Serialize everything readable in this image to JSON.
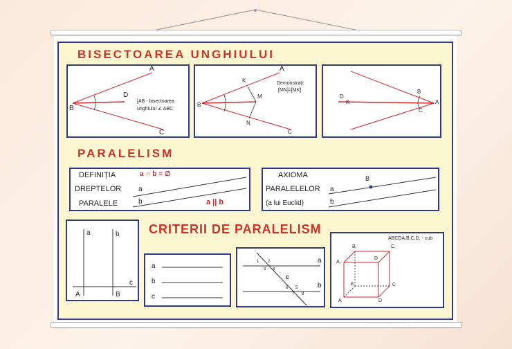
{
  "sections": {
    "bisector_title": "BISECTOAREA UNGHIULUI",
    "parallel_title": "PARALELISM",
    "criteria_title": "CRITERII DE PARALELISM"
  },
  "bisector": {
    "fig1": {
      "A": "A",
      "B": "B",
      "C": "C",
      "D": "D",
      "note_line1": "[AB - bisectoarea",
      "note_line2": "unghiului ∠ ABC"
    },
    "fig2": {
      "A": "A",
      "B": "B",
      "C": "C",
      "K": "K",
      "M": "M",
      "N": "N",
      "demo_title": "Demonstrați:",
      "demo_eq": "[MN]=[MK]"
    },
    "fig3": {
      "A": "A",
      "B": "B",
      "C": "C",
      "D": "D",
      "K": "K"
    }
  },
  "parallel_def": {
    "line1": "DEFINIȚIA",
    "line2": "DREPTELOR",
    "line3": "PARALELE",
    "formula": "a ∩ b = ∅",
    "a": "a",
    "b": "b",
    "relation": "a || b"
  },
  "axiom": {
    "line1": "AXIOMA",
    "line2": "PARALELELOR",
    "line3": "(a lui Euclid)",
    "a": "a",
    "b": "b",
    "B": "B"
  },
  "criteria": {
    "perp": {
      "a": "a",
      "b": "b",
      "c": "c",
      "A": "A",
      "B": "B"
    },
    "lines": {
      "a": "a",
      "b": "b",
      "c": "c"
    },
    "transversal": {
      "a": "a",
      "b": "b",
      "c": "c",
      "n1": "1",
      "n2": "2",
      "n3": "3",
      "n4": "4",
      "n5": "5",
      "n6": "6",
      "n7": "7",
      "n8": "8"
    },
    "cube": {
      "caption": "ABCDA,B,C,D, - cub",
      "A": "A",
      "B": "B",
      "C": "C",
      "D": "D",
      "A1": "A,",
      "B1": "B,",
      "C1": "C,",
      "D1": "D"
    }
  },
  "footer": "·· ··· ···· ··· · ·· ·· ·········· ··· ·· ···"
}
